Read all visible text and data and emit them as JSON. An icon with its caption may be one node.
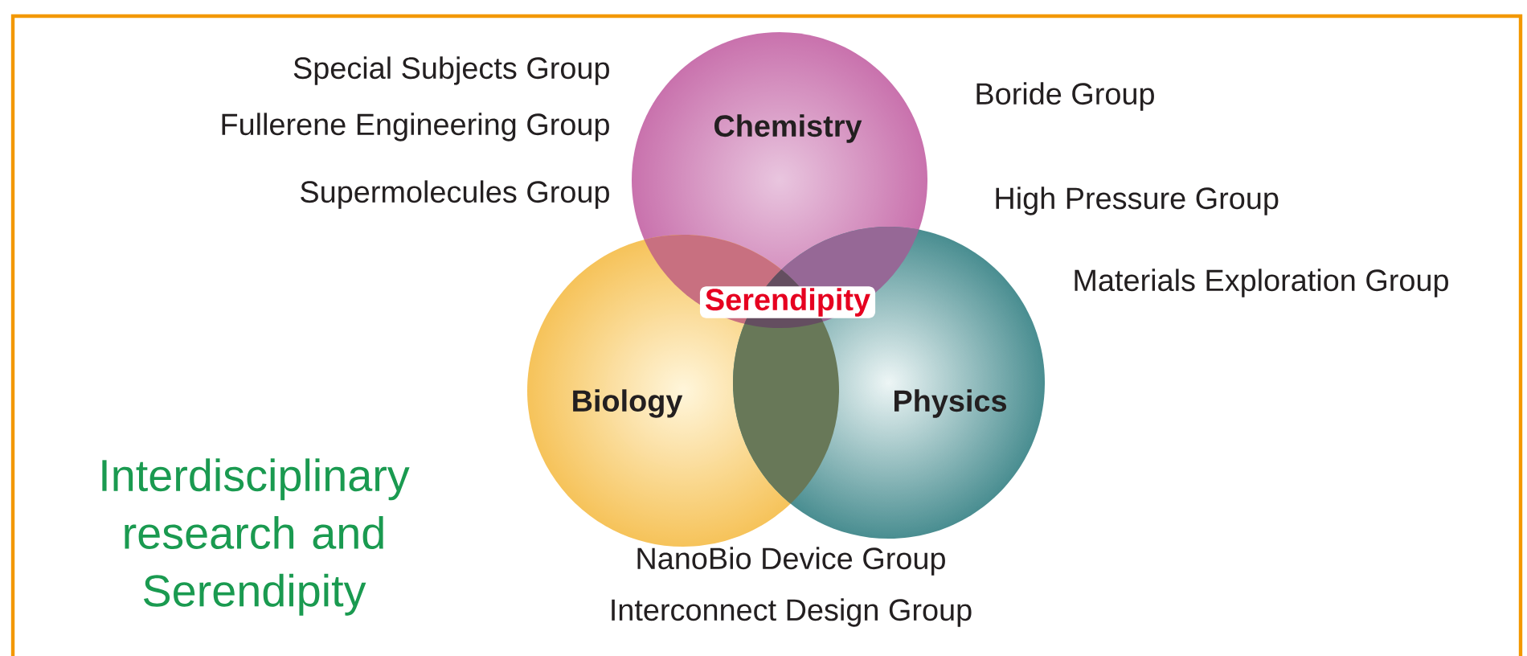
{
  "diagram": {
    "title": "Interdisciplinary research and Serendipity",
    "nodes": [
      {
        "text": [
          "Chemistry"
        ]
      },
      {
        "text": [
          "Biology"
        ]
      },
      {
        "text": [
          "Physics"
        ]
      }
    ],
    "labels": [
      "Special Subjects Group",
      "Boride Group",
      "Fullerene Engineering Group",
      "Supermolecules Group",
      "High Pressure Group",
      "Materials Exploration Group",
      "Serendipity",
      "NanoBio Device Group",
      "Interconnect Design Group"
    ]
  }
}
